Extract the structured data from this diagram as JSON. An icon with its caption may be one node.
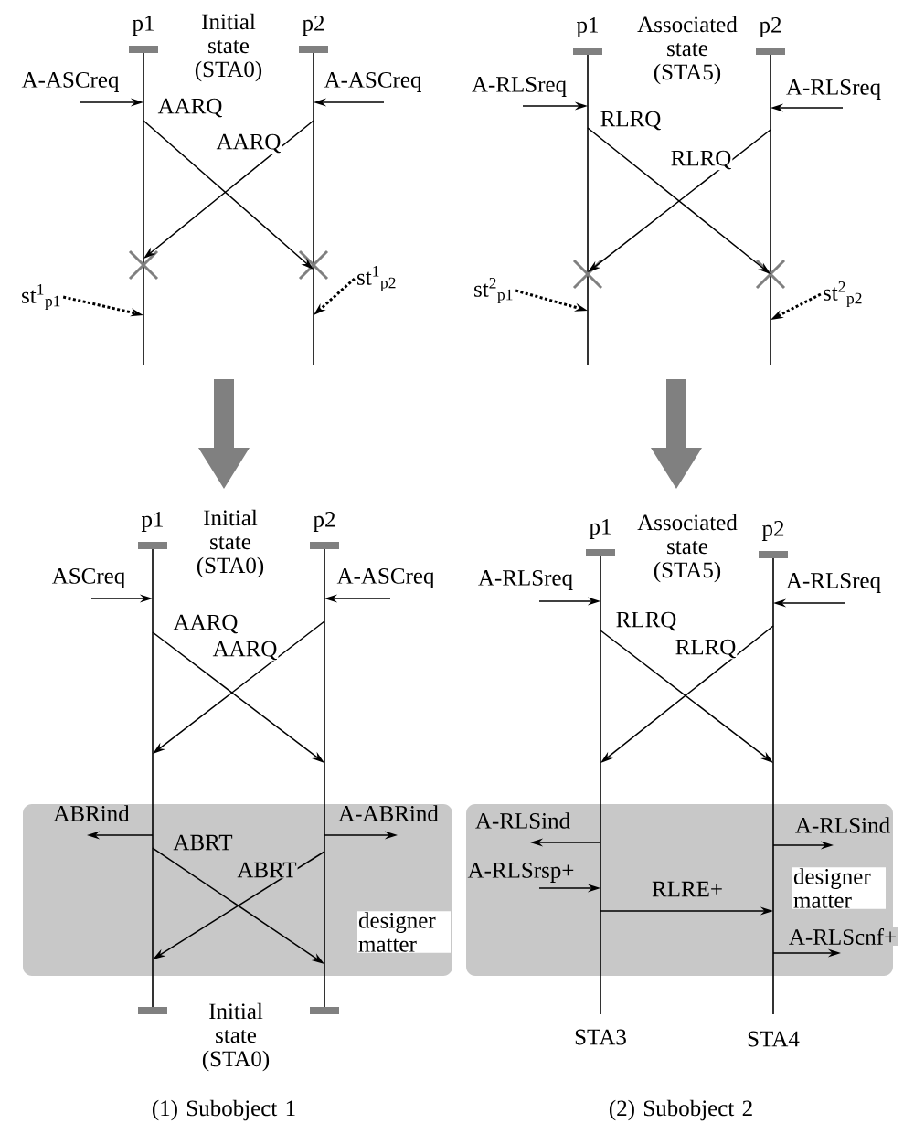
{
  "diagram": {
    "nodes": [
      {
        "text": [
          "p1"
        ]
      },
      {
        "text": [
          "p2"
        ]
      },
      {
        "text": [
          "st$^{1}$$_{p1}$"
        ]
      },
      {
        "text": [
          "st$^{1}$$_{p2}$"
        ]
      },
      {
        "text": [
          "p1"
        ]
      },
      {
        "text": [
          "p2"
        ]
      },
      {
        "text": [
          "st$^{2}$$_{p1}$"
        ]
      },
      {
        "text": [
          "st$^{2}$$_{p2}$"
        ]
      },
      {
        "text": [
          "p1"
        ]
      },
      {
        "text": [
          "p2"
        ]
      },
      {
        "text": [
          "p1"
        ]
      },
      {
        "text": [
          "p2"
        ]
      }
    ],
    "edges": [
      {
        "from": null,
        "to": 0,
        "arrow": "to",
        "label": "A-ASCreq"
      },
      {
        "from": null,
        "to": 1,
        "arrow": "to",
        "label": "A-ASCreq"
      },
      {
        "from": 0,
        "to": 1,
        "arrow": "to",
        "label": "AARQ"
      },
      {
        "from": 1,
        "to": 0,
        "arrow": "to",
        "label": "AARQ"
      },
      {
        "from": 2,
        "to": 0,
        "arrow": "to",
        "style": "dashed"
      },
      {
        "from": 3,
        "to": 1,
        "arrow": "to",
        "style": "dashed"
      },
      {
        "from": null,
        "to": 4,
        "arrow": "to",
        "label": "A-RLSreq"
      },
      {
        "from": null,
        "to": 5,
        "arrow": "to",
        "label": "A-RLSreq"
      },
      {
        "from": 4,
        "to": 5,
        "arrow": "to",
        "label": "RLRQ"
      },
      {
        "from": 5,
        "to": 4,
        "arrow": "to",
        "label": "RLRQ"
      },
      {
        "from": 6,
        "to": 4,
        "arrow": "to",
        "style": "dashed"
      },
      {
        "from": 7,
        "to": 5,
        "arrow": "to",
        "style": "dashed"
      },
      {
        "from": null,
        "to": 8,
        "arrow": "to",
        "label": "ASCreq"
      },
      {
        "from": null,
        "to": 9,
        "arrow": "to",
        "label": "A-ASCreq"
      },
      {
        "from": 8,
        "to": 9,
        "arrow": "to",
        "label": "AARQ"
      },
      {
        "from": 9,
        "to": 8,
        "arrow": "to",
        "label": "AARQ"
      },
      {
        "from": 8,
        "to": null,
        "arrow": "to",
        "label": "ABRind"
      },
      {
        "from": 9,
        "to": null,
        "arrow": "to",
        "label": "A-ABRind"
      },
      {
        "from": 8,
        "to": 9,
        "arrow": "to",
        "label": "ABRT"
      },
      {
        "from": 9,
        "to": 8,
        "arrow": "to",
        "label": "ABRT"
      },
      {
        "from": null,
        "to": 10,
        "arrow": "to",
        "label": "A-RLSreq"
      },
      {
        "from": null,
        "to": 11,
        "arrow": "to",
        "label": "A-RLSreq"
      },
      {
        "from": 10,
        "to": 11,
        "arrow": "to",
        "label": "RLRQ"
      },
      {
        "from": 11,
        "to": 10,
        "arrow": "to",
        "label": "RLRQ"
      },
      {
        "from": 10,
        "to": null,
        "arrow": "to",
        "label": "A-RLSind"
      },
      {
        "from": 11,
        "to": null,
        "arrow": "to",
        "label": "A-RLSind"
      },
      {
        "from": null,
        "to": 10,
        "arrow": "to",
        "label": "A-RLSrsp+"
      },
      {
        "from": 10,
        "to": 11,
        "arrow": "to",
        "label": "RLRE+"
      },
      {
        "from": 11,
        "to": null,
        "arrow": "to",
        "label": "A-RLScnf+"
      }
    ],
    "labels": [
      "Initial state (STA0)",
      "Associated state (STA5)",
      "Initial state (STA0)",
      "Associated state (STA5)",
      "designer matter",
      "designer matter",
      "Initial state (STA0)",
      "STA3",
      "STA4",
      "(1) Subobject 1",
      "(2) Subobject 2"
    ]
  }
}
